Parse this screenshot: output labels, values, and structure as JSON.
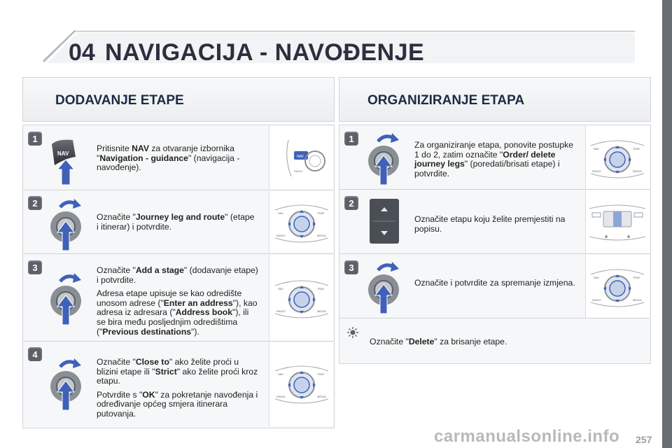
{
  "header": {
    "chapter": "04",
    "title": "NAVIGACIJA - NAVOĐENJE"
  },
  "left": {
    "section_title": "DODAVANJE ETAPE",
    "steps": [
      {
        "num": "1",
        "html": "Pritisnite <b>NAV</b> za otvaranje izbornika \"<b>Navigation - guidance</b>\" (navigacija - navođenje)."
      },
      {
        "num": "2",
        "html": "Označite \"<b>Journey leg and route</b>\" (etape i itinerar) i potvrdite."
      },
      {
        "num": "3",
        "html": "<p>Označite \"<b>Add a stage</b>\" (dodavanje etape) i potvrdite.</p><p>Adresa etape upisuje se kao odredište unosom adrese (\"<b>Enter an address</b>\"), kao adresa iz adresara (\"<b>Address book</b>\"), ili se bira među posljednjim odredištima (\"<b>Previous destinations</b>\").</p>"
      },
      {
        "num": "4",
        "html": "<p>Označite \"<b>Close to</b>\" ako želite proći u blizini etape ili \"<b>Strict</b>\" ako želite proći kroz etapu.</p><p>Potvrdite s \"<b>OK</b>\" za pokretanje navođenja i određivanje općeg smjera itinerara putovanja.</p>"
      }
    ]
  },
  "right": {
    "section_title": "ORGANIZIRANJE ETAPA",
    "steps": [
      {
        "num": "1",
        "html": "Za organiziranje etapa, ponovite postupke 1 do 2, zatim označite \"<b>Order/ delete journey legs</b>\" (poredati/brisati etape) i potvrdite."
      },
      {
        "num": "2",
        "html": "Označite etapu koju želite premjestiti na popisu."
      },
      {
        "num": "3",
        "html": "Označite i potvrdite za spremanje izmjena."
      }
    ],
    "tip_html": "Označite \"<b>Delete</b>\" za brisanje etape."
  },
  "control_labels": {
    "nav": "NAV",
    "traffic": "TRAF",
    "radio": "RADIO",
    "media": "MEDIA"
  },
  "footer": {
    "page": "257",
    "watermark": "carmanualsonline.info"
  }
}
